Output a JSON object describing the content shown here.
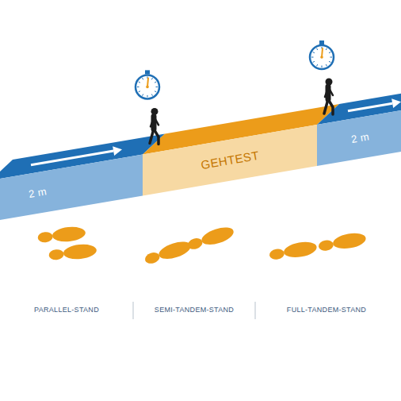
{
  "diagram": {
    "nodes": [
      {
        "text": [
          "2 m"
        ]
      },
      {
        "text": [
          "GEHTEST"
        ]
      },
      {
        "text": [
          "2 m"
        ]
      }
    ],
    "labels": [
      "PARALLEL-STAND",
      "SEMI-TANDEM-STAND",
      "FULL-TANDEM-STAND"
    ]
  }
}
